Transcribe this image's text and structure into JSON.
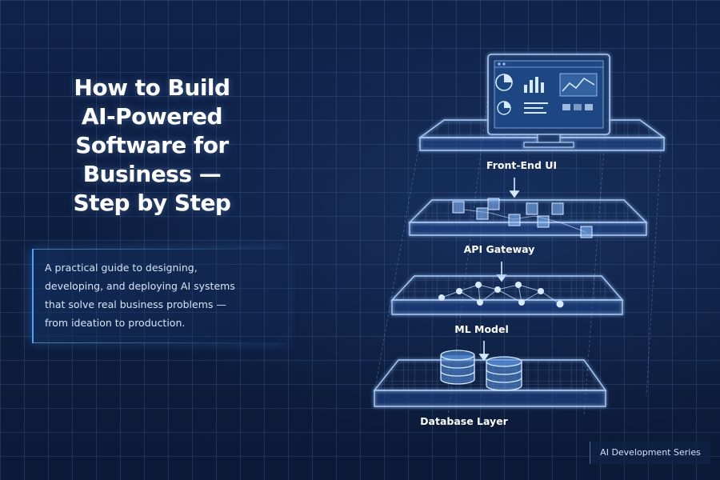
{
  "title_lines": [
    "How to Build",
    "AI-Powered",
    "Software for",
    "Business —",
    "Step by Step"
  ],
  "description_lines": [
    "A practical guide to designing,",
    "developing, and deploying AI systems",
    "that solve real business problems —",
    "from ideation to production."
  ],
  "layers": {
    "frontend": "Front-End UI",
    "api": "API Gateway",
    "ml": "ML Model",
    "database": "Database Layer"
  },
  "series_label": "AI Development Series",
  "icons": [
    "monitor-icon",
    "pie-chart-icon",
    "bar-chart-icon",
    "line-chart-icon",
    "cube-icon",
    "neural-network-icon",
    "database-icon",
    "arrow-down-icon"
  ],
  "colors": {
    "background": "#0d1e3d",
    "accent": "#4aa3ff",
    "line": "#a9cfff",
    "text": "#ffffff"
  }
}
